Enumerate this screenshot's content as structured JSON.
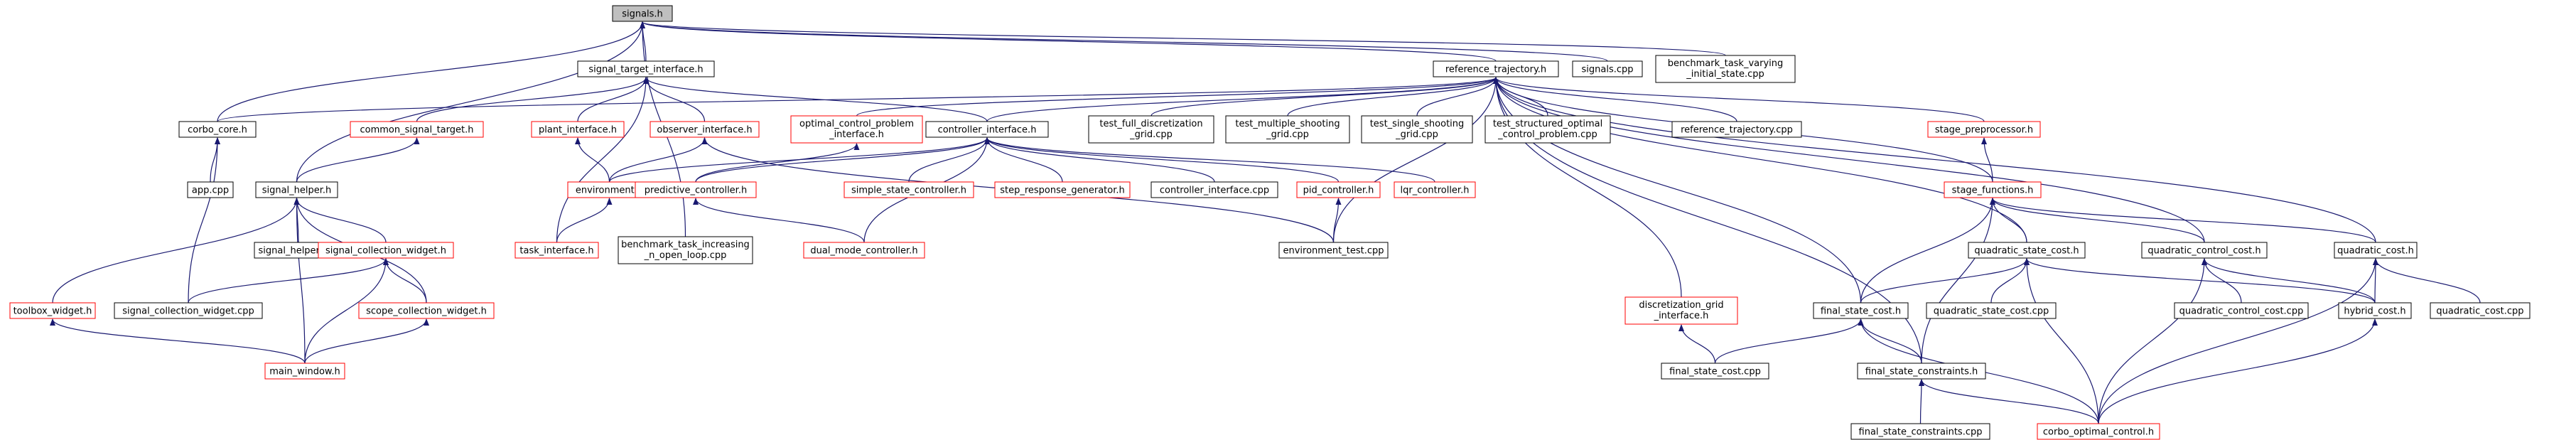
{
  "colors": {
    "edge": "#191970",
    "border_normal": "#000000",
    "border_red": "#ff0000",
    "root_fill": "#bfbfbf",
    "fill": "#ffffff"
  },
  "nodes": [
    {
      "id": "signals_h",
      "lines": [
        "signals.h"
      ],
      "style": "root"
    },
    {
      "id": "signal_target_interface_h",
      "lines": [
        "signal_target_interface.h"
      ],
      "style": "normal"
    },
    {
      "id": "reference_trajectory_h",
      "lines": [
        "reference_trajectory.h"
      ],
      "style": "normal"
    },
    {
      "id": "signals_cpp",
      "lines": [
        "signals.cpp"
      ],
      "style": "normal"
    },
    {
      "id": "benchmark_task_varying",
      "lines": [
        "benchmark_task_varying",
        "_initial_state.cpp"
      ],
      "style": "normal"
    },
    {
      "id": "corbo_core_h",
      "lines": [
        "corbo_core.h"
      ],
      "style": "normal"
    },
    {
      "id": "common_signal_target_h",
      "lines": [
        "common_signal_target.h"
      ],
      "style": "red"
    },
    {
      "id": "plant_interface_h",
      "lines": [
        "plant_interface.h"
      ],
      "style": "red"
    },
    {
      "id": "observer_interface_h",
      "lines": [
        "observer_interface.h"
      ],
      "style": "red"
    },
    {
      "id": "optimal_control_problem_interface_h",
      "lines": [
        "optimal_control_problem",
        "_interface.h"
      ],
      "style": "red"
    },
    {
      "id": "controller_interface_h",
      "lines": [
        "controller_interface.h"
      ],
      "style": "normal"
    },
    {
      "id": "test_full_discretization_grid_cpp",
      "lines": [
        "test_full_discretization",
        "_grid.cpp"
      ],
      "style": "normal"
    },
    {
      "id": "test_multiple_shooting_grid_cpp",
      "lines": [
        "test_multiple_shooting",
        "_grid.cpp"
      ],
      "style": "normal"
    },
    {
      "id": "test_single_shooting_grid_cpp",
      "lines": [
        "test_single_shooting",
        "_grid.cpp"
      ],
      "style": "normal"
    },
    {
      "id": "test_structured_optimal_control_problem_cpp",
      "lines": [
        "test_structured_optimal",
        "_control_problem.cpp"
      ],
      "style": "normal"
    },
    {
      "id": "reference_trajectory_cpp",
      "lines": [
        "reference_trajectory.cpp"
      ],
      "style": "normal"
    },
    {
      "id": "stage_preprocessor_h",
      "lines": [
        "stage_preprocessor.h"
      ],
      "style": "red"
    },
    {
      "id": "app_cpp",
      "lines": [
        "app.cpp"
      ],
      "style": "normal"
    },
    {
      "id": "signal_helper_h",
      "lines": [
        "signal_helper.h"
      ],
      "style": "normal"
    },
    {
      "id": "environment_h",
      "lines": [
        "environment.h"
      ],
      "style": "red"
    },
    {
      "id": "predictive_controller_h",
      "lines": [
        "predictive_controller.h"
      ],
      "style": "red"
    },
    {
      "id": "simple_state_controller_h",
      "lines": [
        "simple_state_controller.h"
      ],
      "style": "red"
    },
    {
      "id": "step_response_generator_h",
      "lines": [
        "step_response_generator.h"
      ],
      "style": "red"
    },
    {
      "id": "controller_interface_cpp",
      "lines": [
        "controller_interface.cpp"
      ],
      "style": "normal"
    },
    {
      "id": "pid_controller_h",
      "lines": [
        "pid_controller.h"
      ],
      "style": "red"
    },
    {
      "id": "lqr_controller_h",
      "lines": [
        "lqr_controller.h"
      ],
      "style": "red"
    },
    {
      "id": "stage_functions_h",
      "lines": [
        "stage_functions.h"
      ],
      "style": "red"
    },
    {
      "id": "signal_helper_cpp",
      "lines": [
        "signal_helper.cpp"
      ],
      "style": "normal"
    },
    {
      "id": "signal_collection_widget_h",
      "lines": [
        "signal_collection_widget.h"
      ],
      "style": "red"
    },
    {
      "id": "task_interface_h",
      "lines": [
        "task_interface.h"
      ],
      "style": "red"
    },
    {
      "id": "benchmark_task_increasing_n_open_loop_cpp",
      "lines": [
        "benchmark_task_increasing",
        "_n_open_loop.cpp"
      ],
      "style": "normal"
    },
    {
      "id": "dual_mode_controller_h",
      "lines": [
        "dual_mode_controller.h"
      ],
      "style": "red"
    },
    {
      "id": "environment_test_cpp",
      "lines": [
        "environment_test.cpp"
      ],
      "style": "normal"
    },
    {
      "id": "quadratic_state_cost_h",
      "lines": [
        "quadratic_state_cost.h"
      ],
      "style": "normal"
    },
    {
      "id": "quadratic_control_cost_h",
      "lines": [
        "quadratic_control_cost.h"
      ],
      "style": "normal"
    },
    {
      "id": "quadratic_cost_h",
      "lines": [
        "quadratic_cost.h"
      ],
      "style": "normal"
    },
    {
      "id": "toolbox_widget_h",
      "lines": [
        "toolbox_widget.h"
      ],
      "style": "red"
    },
    {
      "id": "signal_collection_widget_cpp",
      "lines": [
        "signal_collection_widget.cpp"
      ],
      "style": "normal"
    },
    {
      "id": "scope_collection_widget_h",
      "lines": [
        "scope_collection_widget.h"
      ],
      "style": "red"
    },
    {
      "id": "discretization_grid_interface_h",
      "lines": [
        "discretization_grid",
        "_interface.h"
      ],
      "style": "red"
    },
    {
      "id": "final_state_cost_h",
      "lines": [
        "final_state_cost.h"
      ],
      "style": "normal"
    },
    {
      "id": "quadratic_state_cost_cpp",
      "lines": [
        "quadratic_state_cost.cpp"
      ],
      "style": "normal"
    },
    {
      "id": "quadratic_control_cost_cpp",
      "lines": [
        "quadratic_control_cost.cpp"
      ],
      "style": "normal"
    },
    {
      "id": "hybrid_cost_h",
      "lines": [
        "hybrid_cost.h"
      ],
      "style": "normal"
    },
    {
      "id": "quadratic_cost_cpp",
      "lines": [
        "quadratic_cost.cpp"
      ],
      "style": "normal"
    },
    {
      "id": "main_window_h",
      "lines": [
        "main_window.h"
      ],
      "style": "red"
    },
    {
      "id": "final_state_cost_cpp",
      "lines": [
        "final_state_cost.cpp"
      ],
      "style": "normal"
    },
    {
      "id": "final_state_constraints_h",
      "lines": [
        "final_state_constraints.h"
      ],
      "style": "normal"
    },
    {
      "id": "final_state_constraints_cpp",
      "lines": [
        "final_state_constraints.cpp"
      ],
      "style": "normal"
    },
    {
      "id": "corbo_optimal_control_h",
      "lines": [
        "corbo_optimal_control.h"
      ],
      "style": "red"
    }
  ],
  "edges": [
    [
      "signal_target_interface_h",
      "signals_h"
    ],
    [
      "reference_trajectory_h",
      "signals_h"
    ],
    [
      "signals_cpp",
      "signals_h"
    ],
    [
      "benchmark_task_varying",
      "signals_h"
    ],
    [
      "corbo_core_h",
      "signals_h"
    ],
    [
      "signal_helper_h",
      "signals_h"
    ],
    [
      "benchmark_task_increasing_n_open_loop_cpp",
      "signals_h"
    ],
    [
      "common_signal_target_h",
      "signal_target_interface_h"
    ],
    [
      "plant_interface_h",
      "signal_target_interface_h"
    ],
    [
      "observer_interface_h",
      "signal_target_interface_h"
    ],
    [
      "controller_interface_h",
      "signal_target_interface_h"
    ],
    [
      "task_interface_h",
      "signal_target_interface_h"
    ],
    [
      "corbo_core_h",
      "reference_trajectory_h"
    ],
    [
      "optimal_control_problem_interface_h",
      "reference_trajectory_h"
    ],
    [
      "controller_interface_h",
      "reference_trajectory_h"
    ],
    [
      "test_full_discretization_grid_cpp",
      "reference_trajectory_h"
    ],
    [
      "test_multiple_shooting_grid_cpp",
      "reference_trajectory_h"
    ],
    [
      "test_single_shooting_grid_cpp",
      "reference_trajectory_h"
    ],
    [
      "test_structured_optimal_control_problem_cpp",
      "reference_trajectory_h"
    ],
    [
      "reference_trajectory_cpp",
      "reference_trajectory_h"
    ],
    [
      "stage_preprocessor_h",
      "reference_trajectory_h"
    ],
    [
      "stage_functions_h",
      "reference_trajectory_h"
    ],
    [
      "quadratic_state_cost_h",
      "reference_trajectory_h"
    ],
    [
      "quadratic_control_cost_h",
      "reference_trajectory_h"
    ],
    [
      "quadratic_cost_h",
      "reference_trajectory_h"
    ],
    [
      "discretization_grid_interface_h",
      "reference_trajectory_h"
    ],
    [
      "final_state_cost_h",
      "reference_trajectory_h"
    ],
    [
      "final_state_constraints_h",
      "reference_trajectory_h"
    ],
    [
      "environment_test_cpp",
      "reference_trajectory_h"
    ],
    [
      "app_cpp",
      "corbo_core_h"
    ],
    [
      "signal_collection_widget_cpp",
      "corbo_core_h"
    ],
    [
      "signal_helper_h",
      "common_signal_target_h"
    ],
    [
      "environment_h",
      "plant_interface_h"
    ],
    [
      "environment_h",
      "observer_interface_h"
    ],
    [
      "environment_test_cpp",
      "observer_interface_h"
    ],
    [
      "predictive_controller_h",
      "optimal_control_problem_interface_h"
    ],
    [
      "environment_h",
      "controller_interface_h"
    ],
    [
      "predictive_controller_h",
      "controller_interface_h"
    ],
    [
      "simple_state_controller_h",
      "controller_interface_h"
    ],
    [
      "step_response_generator_h",
      "controller_interface_h"
    ],
    [
      "controller_interface_cpp",
      "controller_interface_h"
    ],
    [
      "pid_controller_h",
      "controller_interface_h"
    ],
    [
      "lqr_controller_h",
      "controller_interface_h"
    ],
    [
      "dual_mode_controller_h",
      "controller_interface_h"
    ],
    [
      "task_interface_h",
      "environment_h"
    ],
    [
      "dual_mode_controller_h",
      "predictive_controller_h"
    ],
    [
      "environment_test_cpp",
      "pid_controller_h"
    ],
    [
      "stage_functions_h",
      "stage_preprocessor_h"
    ],
    [
      "quadratic_state_cost_h",
      "stage_functions_h"
    ],
    [
      "quadratic_control_cost_h",
      "stage_functions_h"
    ],
    [
      "quadratic_cost_h",
      "stage_functions_h"
    ],
    [
      "final_state_cost_h",
      "stage_functions_h"
    ],
    [
      "final_state_constraints_h",
      "stage_functions_h"
    ],
    [
      "signal_helper_cpp",
      "signal_helper_h"
    ],
    [
      "signal_collection_widget_h",
      "signal_helper_h"
    ],
    [
      "toolbox_widget_h",
      "signal_helper_h"
    ],
    [
      "scope_collection_widget_h",
      "signal_helper_h"
    ],
    [
      "main_window_h",
      "signal_helper_h"
    ],
    [
      "signal_collection_widget_cpp",
      "signal_collection_widget_h"
    ],
    [
      "scope_collection_widget_h",
      "signal_collection_widget_h"
    ],
    [
      "main_window_h",
      "signal_collection_widget_h"
    ],
    [
      "main_window_h",
      "toolbox_widget_h"
    ],
    [
      "main_window_h",
      "scope_collection_widget_h"
    ],
    [
      "final_state_cost_h",
      "quadratic_state_cost_h"
    ],
    [
      "quadratic_state_cost_cpp",
      "quadratic_state_cost_h"
    ],
    [
      "hybrid_cost_h",
      "quadratic_state_cost_h"
    ],
    [
      "corbo_optimal_control_h",
      "quadratic_state_cost_h"
    ],
    [
      "quadratic_control_cost_cpp",
      "quadratic_control_cost_h"
    ],
    [
      "hybrid_cost_h",
      "quadratic_control_cost_h"
    ],
    [
      "corbo_optimal_control_h",
      "quadratic_control_cost_h"
    ],
    [
      "hybrid_cost_h",
      "quadratic_cost_h"
    ],
    [
      "quadratic_cost_cpp",
      "quadratic_cost_h"
    ],
    [
      "corbo_optimal_control_h",
      "quadratic_cost_h"
    ],
    [
      "final_state_cost_cpp",
      "discretization_grid_interface_h"
    ],
    [
      "final_state_cost_cpp",
      "final_state_cost_h"
    ],
    [
      "final_state_constraints_h",
      "final_state_cost_h"
    ],
    [
      "corbo_optimal_control_h",
      "final_state_cost_h"
    ],
    [
      "corbo_optimal_control_h",
      "hybrid_cost_h"
    ],
    [
      "final_state_constraints_cpp",
      "final_state_constraints_h"
    ],
    [
      "corbo_optimal_control_h",
      "final_state_constraints_h"
    ]
  ]
}
